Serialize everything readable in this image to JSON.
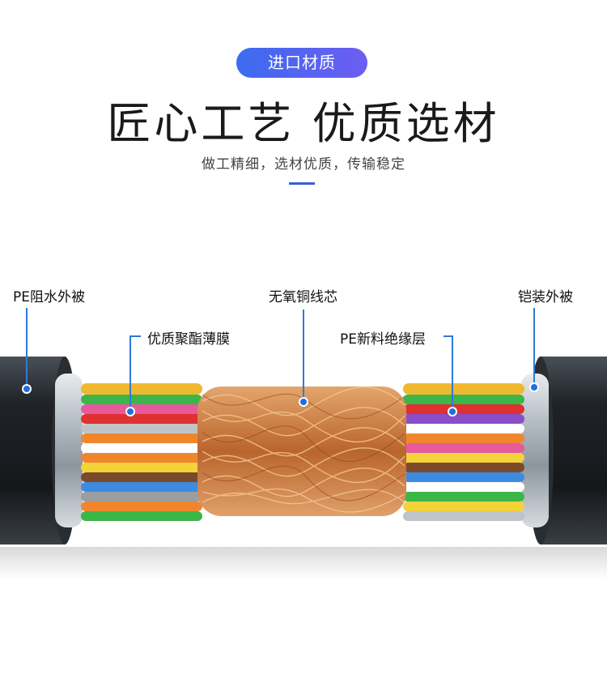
{
  "header": {
    "badge": "进口材质",
    "title": "匠心工艺 优质选材",
    "subtitle": "做工精细，选材优质，传输稳定"
  },
  "callouts": {
    "outer_sheath_left": "PE阻水外被",
    "shield_film": "优质聚酯薄膜",
    "copper_core": "无氧铜线芯",
    "insulation": "PE新料绝缘层",
    "armor_sheath": "铠装外被"
  },
  "colors": {
    "accent": "#3b6cf0",
    "accent_end": "#6d5cf2",
    "callout_line": "#2f7ad8",
    "copper": "#c9773b",
    "jacket": "#1c1f23"
  }
}
